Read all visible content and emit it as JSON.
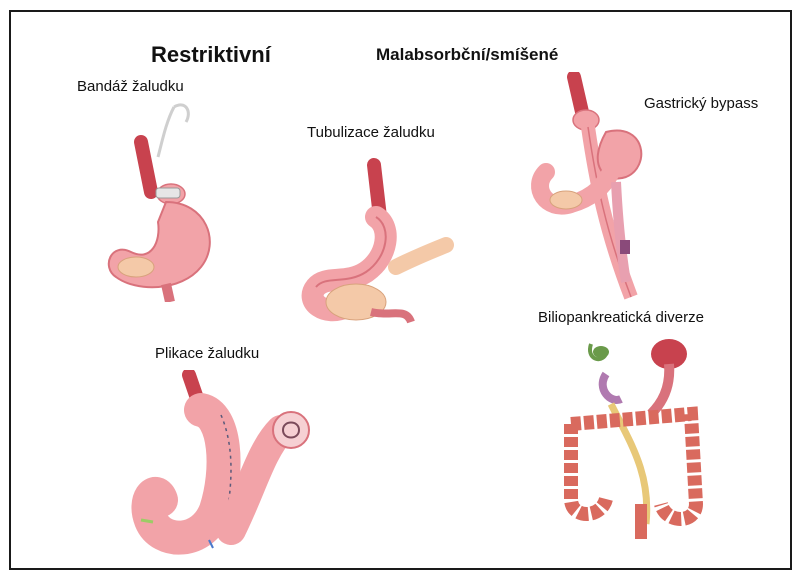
{
  "headings": {
    "restrictive": "Restriktivní",
    "malabsorptive": "Malabsorbční/smíšené"
  },
  "procedures": {
    "gastric_band": "Bandáž žaludku",
    "sleeve": "Tubulizace žaludku",
    "bypass": "Gastrický bypass",
    "plication": "Plikace žaludku",
    "biliopancreatic": "Biliopankreatická diverze"
  },
  "colors": {
    "stomach": "#f2a3a8",
    "stomach_dark": "#d9727c",
    "esophagus": "#c8424e",
    "pancreas": "#f4c9a8",
    "intestine": "#d96a5e",
    "bile": "#e8c878",
    "border": "#1a1a1a"
  }
}
